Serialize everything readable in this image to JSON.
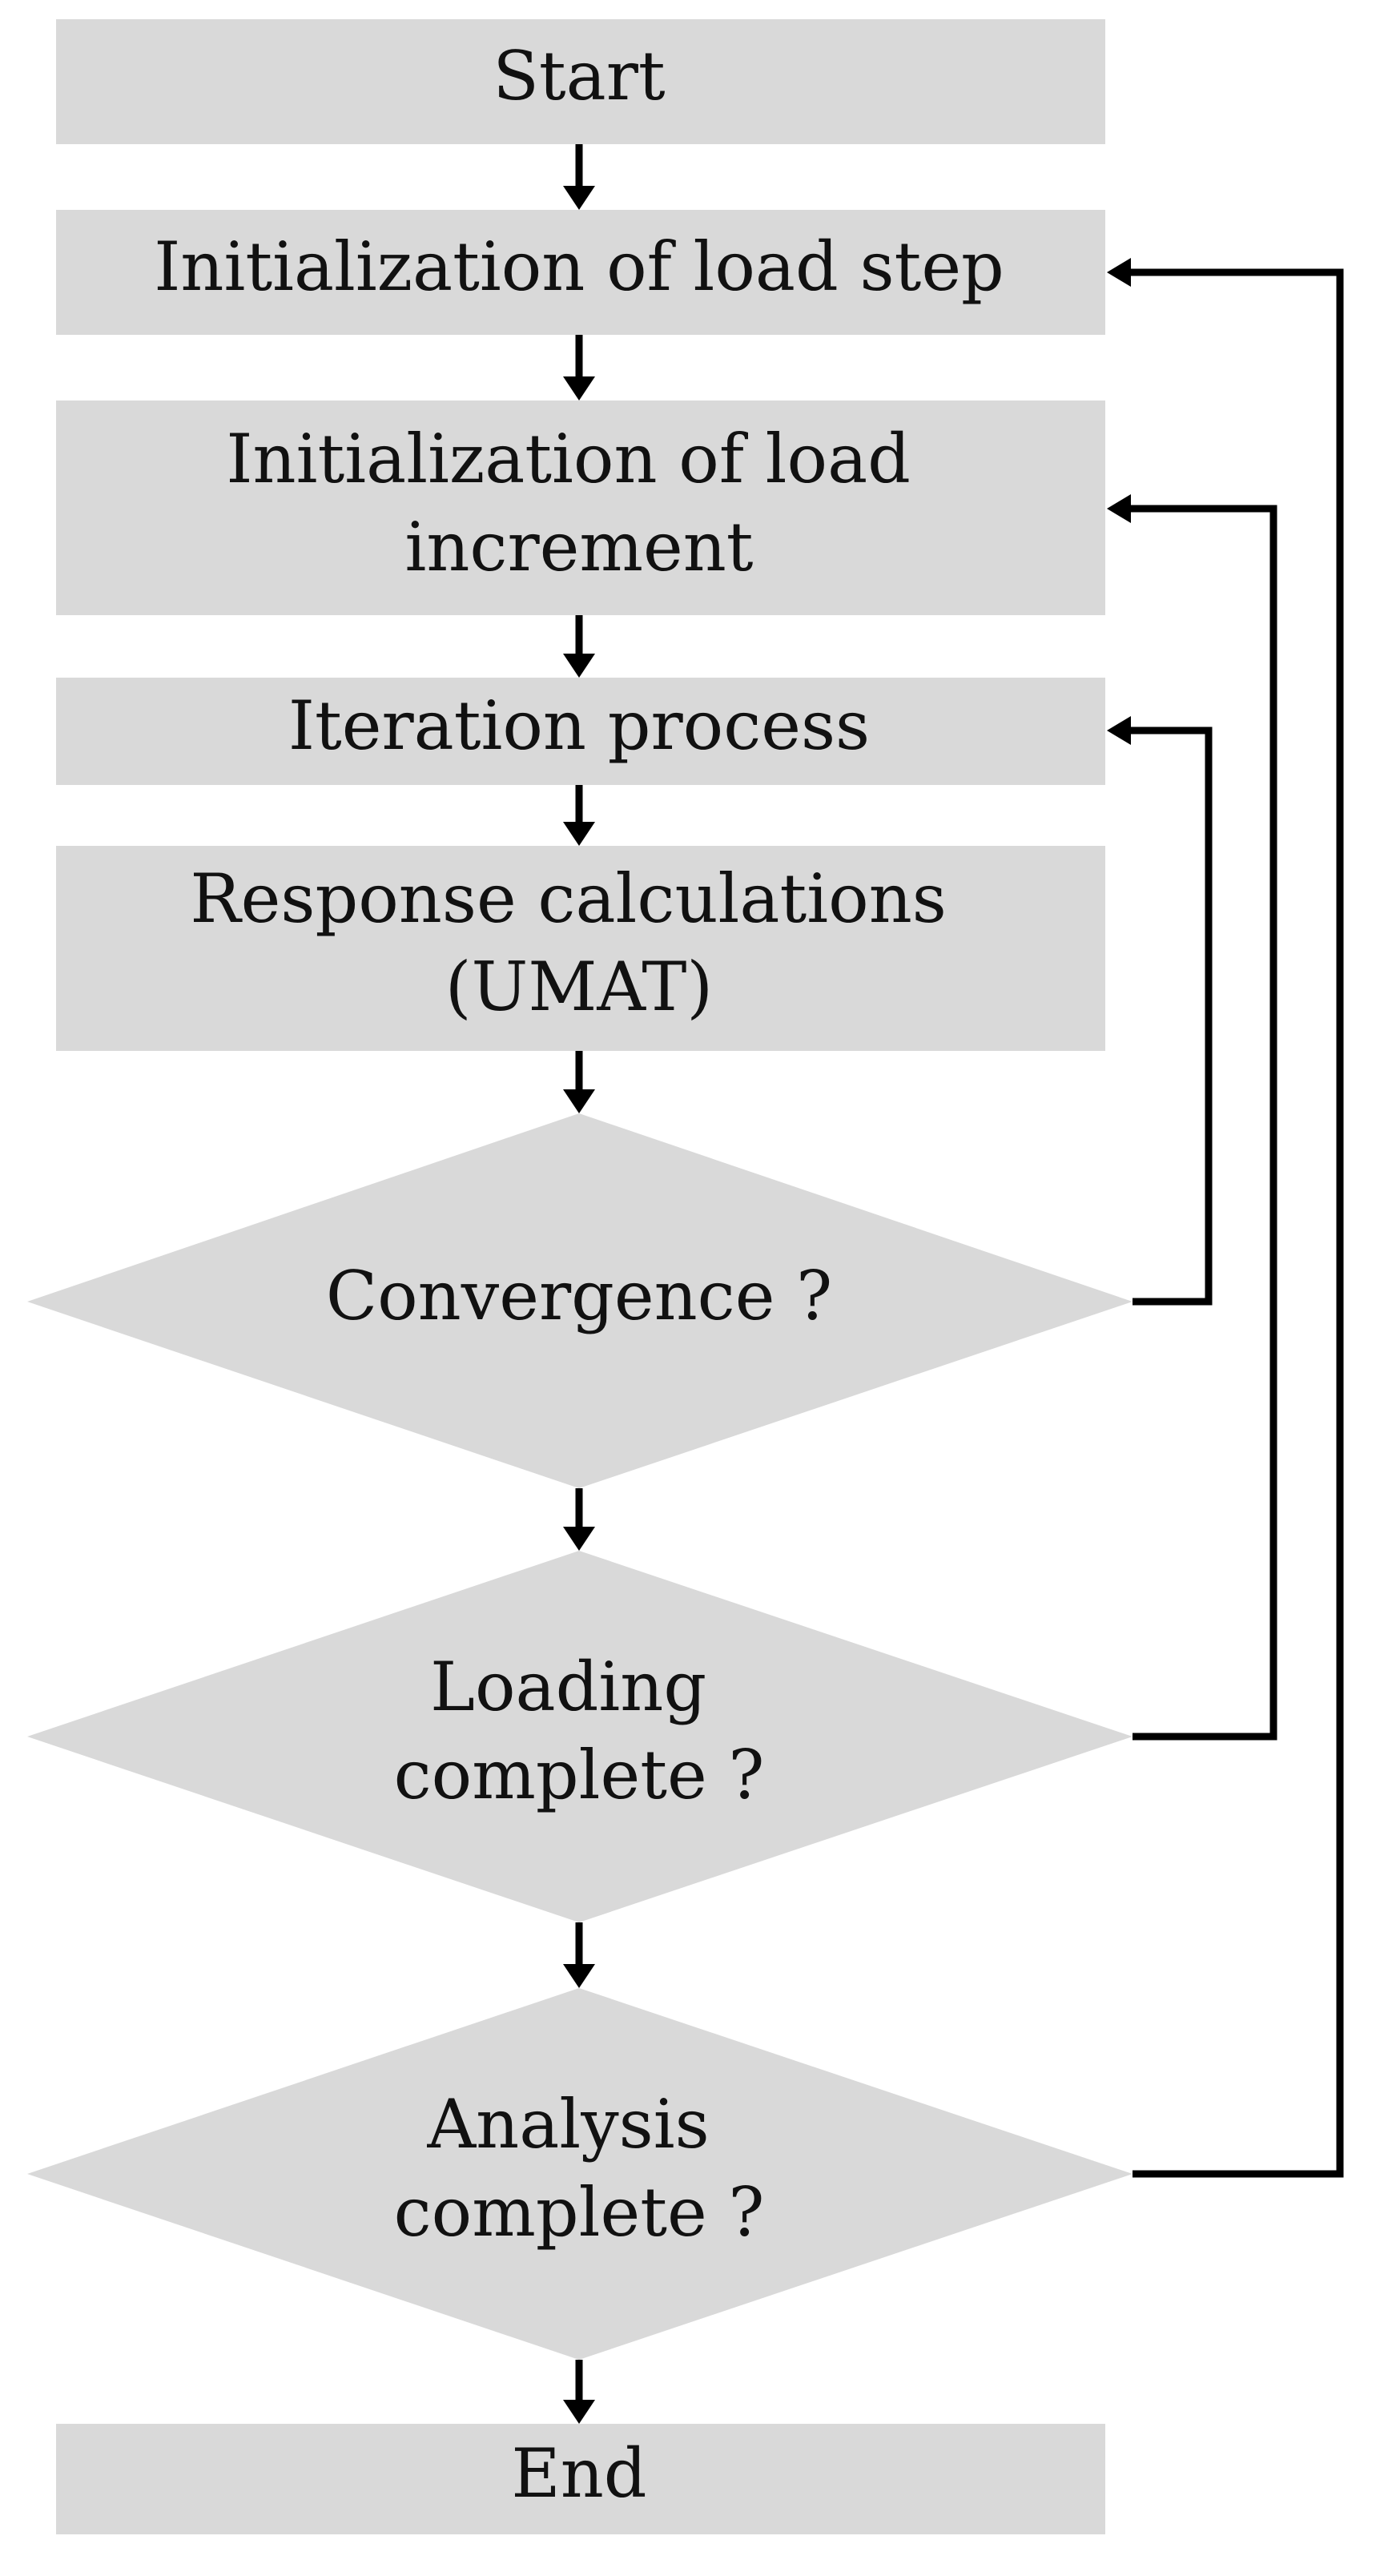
{
  "nodes": {
    "start": {
      "shape": "box",
      "lines": [
        "Start"
      ]
    },
    "init_step": {
      "shape": "box",
      "lines": [
        "Initialization of load step"
      ]
    },
    "init_increment": {
      "shape": "box",
      "lines": [
        "Initialization of load",
        "increment"
      ]
    },
    "iteration": {
      "shape": "box",
      "lines": [
        "Iteration process"
      ]
    },
    "response": {
      "shape": "box",
      "lines": [
        "Response calculations",
        "(UMAT)"
      ]
    },
    "convergence": {
      "shape": "decision",
      "lines": [
        "Convergence ?"
      ]
    },
    "loading_complete": {
      "shape": "decision",
      "lines": [
        "Loading",
        "complete ?"
      ]
    },
    "analysis_complete": {
      "shape": "decision",
      "lines": [
        "Analysis",
        "complete ?"
      ]
    },
    "end": {
      "shape": "box",
      "lines": [
        "End"
      ]
    }
  },
  "edges": [
    {
      "from": "start",
      "to": "init_step"
    },
    {
      "from": "init_step",
      "to": "init_increment"
    },
    {
      "from": "init_increment",
      "to": "iteration"
    },
    {
      "from": "iteration",
      "to": "response"
    },
    {
      "from": "response",
      "to": "convergence"
    },
    {
      "from": "convergence",
      "to": "loading_complete"
    },
    {
      "from": "loading_complete",
      "to": "analysis_complete"
    },
    {
      "from": "analysis_complete",
      "to": "end"
    },
    {
      "from": "convergence",
      "to": "iteration",
      "kind": "feedback"
    },
    {
      "from": "loading_complete",
      "to": "init_increment",
      "kind": "feedback"
    },
    {
      "from": "analysis_complete",
      "to": "init_step",
      "kind": "feedback"
    }
  ],
  "colors": {
    "node_fill": "#d9d9d9",
    "stroke": "#000000",
    "text": "#111111",
    "background": "#ffffff"
  }
}
